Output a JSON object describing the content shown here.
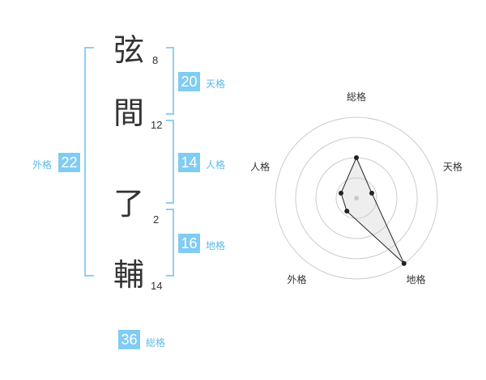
{
  "name_chars": [
    {
      "char": "弦",
      "strokes": "8"
    },
    {
      "char": "間",
      "strokes": "12"
    },
    {
      "char": "了",
      "strokes": "2"
    },
    {
      "char": "輔",
      "strokes": "14"
    }
  ],
  "fortunes": {
    "tenkaku": {
      "value": "20",
      "label": "天格"
    },
    "jinkaku": {
      "value": "14",
      "label": "人格"
    },
    "chikaku": {
      "value": "16",
      "label": "地格"
    },
    "gaikaku": {
      "value": "22",
      "label": "外格"
    },
    "soukaku": {
      "value": "36",
      "label": "総格"
    }
  },
  "chart_data": {
    "type": "radar",
    "axes": [
      "総格",
      "天格",
      "地格",
      "外格",
      "人格"
    ],
    "values": [
      2.5,
      1,
      5,
      1,
      1
    ],
    "max": 5,
    "rings": 4
  },
  "colors": {
    "accent": "#80ccf2",
    "bracket": "#8fd0f2",
    "label": "#5bbbe8"
  }
}
